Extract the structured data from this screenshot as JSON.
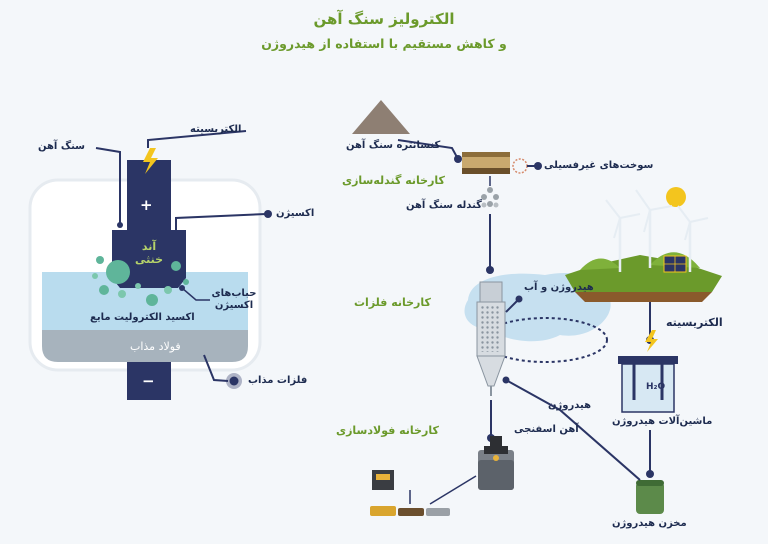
{
  "header": {
    "title": "الکترولیز سنگ آهن",
    "subtitle": "و کاهش مستقیم با استفاده از هیدروژن"
  },
  "moe": {
    "electricity": "الکتریسیته",
    "iron_ore": "سنگ آهن",
    "oxygen": "اکسیژن",
    "inert_anode": "آند خنثی",
    "oxygen_bubbles": "حباب‌های اکسیژن",
    "electrolyte": "اکسید الکترولیت مایع",
    "molten_steel": "فولاد مذاب",
    "molten_metals": "فلزات مذاب",
    "plus_sign": "+",
    "minus_sign": "−"
  },
  "process": {
    "ore_concentrate": "کنسانتره سنگ آهن",
    "fossil_fuels": "سوخت‌های غیرفسیلی",
    "pellet_plant": "کارخانه گندله‌سازی",
    "iron_pellets": "گندله سنگ آهن",
    "metals_plant": "کارخانه فلزات",
    "hydrogen_water": "هیدروژن و آب",
    "electricity": "الکتریسیته",
    "hydrogen": "هیدروژن",
    "sponge_iron": "آهن اسفنجی",
    "steel_plant": "کارخانه فولادسازی",
    "electrolyzers": "ماشین‌آلات هیدروژن",
    "h2o": "H₂O",
    "hydrogen_storage": "مخزن هیدروژن"
  },
  "colors": {
    "navy": "#2b3565",
    "green": "#6b9a2b",
    "teal": "#5fb59a",
    "electrolyte": "#b9dcee",
    "steel": "#a7b3bd"
  }
}
